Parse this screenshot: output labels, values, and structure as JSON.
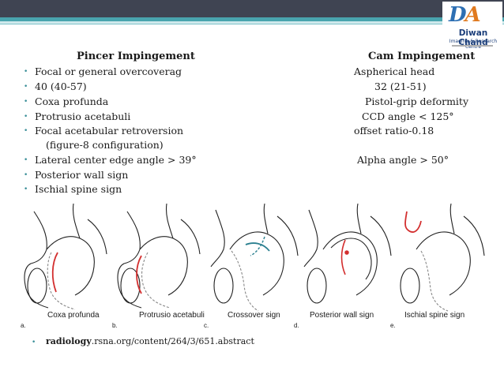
{
  "logo": {
    "mark_left": "D",
    "mark_right": "A",
    "name": "Diwan Chand",
    "subtitle": "Imaging & Research Centre"
  },
  "headings": {
    "pincer": "Pincer Impingement",
    "cam": "Cam Impingement"
  },
  "pincer_items": [
    "Focal or general overcoverag",
    "40 (40-57)",
    "Coxa profunda",
    "Protrusio acetabuli",
    "Focal acetabular retroversion",
    "(figure-8 configuration)",
    "Lateral center edge angle > 39°",
    "Posterior wall sign",
    "Ischial spine sign"
  ],
  "cam_items": [
    "Aspherical head",
    "32 (21-51)",
    "Pistol-grip deformity",
    "CCD angle < 125°",
    "offset ratio-0.18",
    "Alpha angle > 50°"
  ],
  "figure": {
    "captions": [
      "Coxa profunda",
      "Protrusio acetabuli",
      "Crossover sign",
      "Posterior wall sign",
      "Ischial spine sign"
    ],
    "letters": [
      "a.",
      "b.",
      "c.",
      "d.",
      "e."
    ]
  },
  "source": {
    "bold": "radiology",
    "rest": ".rsna.org/content/264/3/651.abstract"
  },
  "colors": {
    "topbar": "#3f4452",
    "accent": "#49a4ae",
    "red": "#d32f2f",
    "teal": "#2a7f8f"
  }
}
